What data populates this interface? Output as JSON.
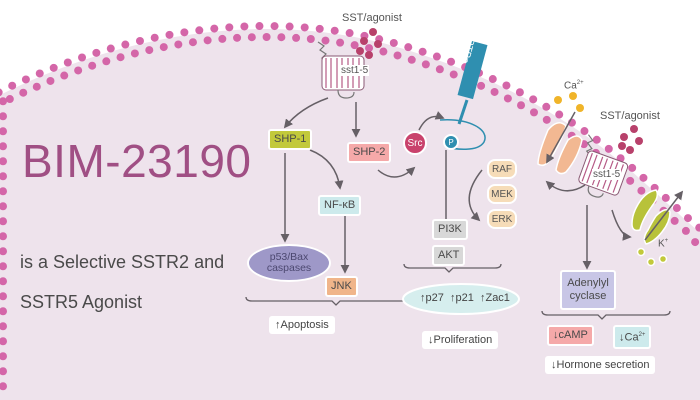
{
  "colors": {
    "cell": "#eee3ec",
    "membrane": "#d466a8",
    "title": "#a04f84",
    "arrow": "#666066",
    "shp1": "#c2c93b",
    "shp2": "#f5a9a9",
    "nfkb": "#cdeaec",
    "jnk": "#f0b58a",
    "p53": "#9e98c8",
    "src": "#c9426c",
    "p": "#2f8fb0",
    "ptpn": "#2f8fb0",
    "raf": "#f6dcb8",
    "pi3k": "#d8d8d8",
    "adenylyl": "#c8c6e6",
    "camp": "#f5a9a9",
    "ca_out": "#cdeaec",
    "ca_ion": "#f0b429",
    "k_ion": "#c2c93b",
    "channel_ca": "#f2b892",
    "channel_k": "#b8c23a"
  },
  "title": "BIM-23190",
  "subtitle_line1": "is a Selective SSTR2 and",
  "subtitle_line2": "SSTR5 Agonist",
  "receptor1": {
    "ligand_label": "SST/agonist",
    "receptor_label": "sst1-5"
  },
  "receptor2": {
    "ligand_label": "SST/agonist",
    "receptor_label": "sst1-5"
  },
  "ptpn": {
    "label": "PTPη"
  },
  "ions": {
    "calcium_label": "Ca",
    "calcium_sup": "2+",
    "potassium_label": "K",
    "potassium_sup": "+"
  },
  "pathway_apoptosis": {
    "shp1": "SHP-1",
    "nfkb": "NF-κB",
    "p53_line1": "p53/Bax",
    "p53_line2": "caspases",
    "jnk": "JNK",
    "outcome_arrow": "↑",
    "outcome": "Apoptosis"
  },
  "pathway_proliferation": {
    "shp2": "SHP-2",
    "src": "Src",
    "p": "P",
    "raf": "RAF",
    "mek": "MEK",
    "erk": "ERK",
    "pi3k": "PI3K",
    "akt": "AKT",
    "markers": [
      {
        "arrow": "↑",
        "name": "p27"
      },
      {
        "arrow": "↑",
        "name": "p21"
      },
      {
        "arrow": "↑",
        "name": "Zac1"
      }
    ],
    "outcome_arrow": "↓",
    "outcome": "Proliferation"
  },
  "pathway_hormone": {
    "adenylyl_line1": "Adenylyl",
    "adenylyl_line2": "cyclase",
    "camp_arrow": "↓",
    "camp": "cAMP",
    "ca_arrow": "↓",
    "ca": "Ca",
    "ca_sup": "2+",
    "outcome_arrow": "↓",
    "outcome": "Hormone secretion"
  }
}
